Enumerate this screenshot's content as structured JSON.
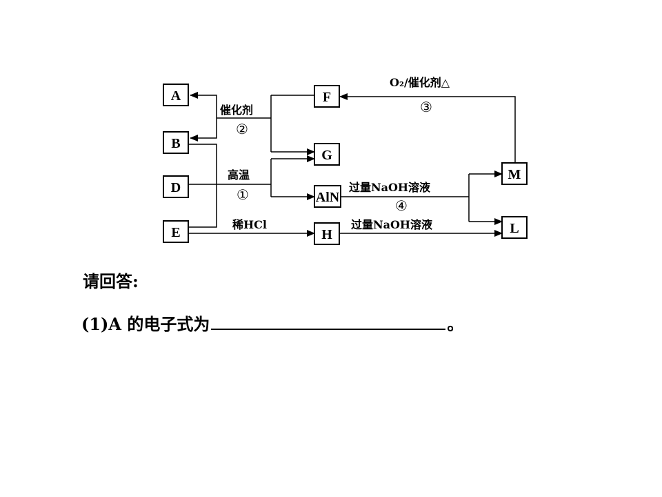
{
  "diagram": {
    "nodes": {
      "A": "A",
      "B": "B",
      "D": "D",
      "E": "E",
      "F": "F",
      "G": "G",
      "AlN": "AlN",
      "H": "H",
      "M": "M",
      "L": "L"
    },
    "edges": {
      "catalyst": "催化剂",
      "catalyst_num": "②",
      "high_temp": "高温",
      "high_temp_num": "①",
      "dilute_hcl": "稀HCl",
      "o2_catalyst": "O₂/催化剂△",
      "o2_num": "③",
      "naoh_excess_1": "过量NaOH溶液",
      "naoh_num": "④",
      "naoh_excess_2": "过量NaOH溶液"
    }
  },
  "questions": {
    "prompt": "请回答:",
    "q1_prefix": "(1)A 的电子式为",
    "q1_suffix": "。"
  }
}
